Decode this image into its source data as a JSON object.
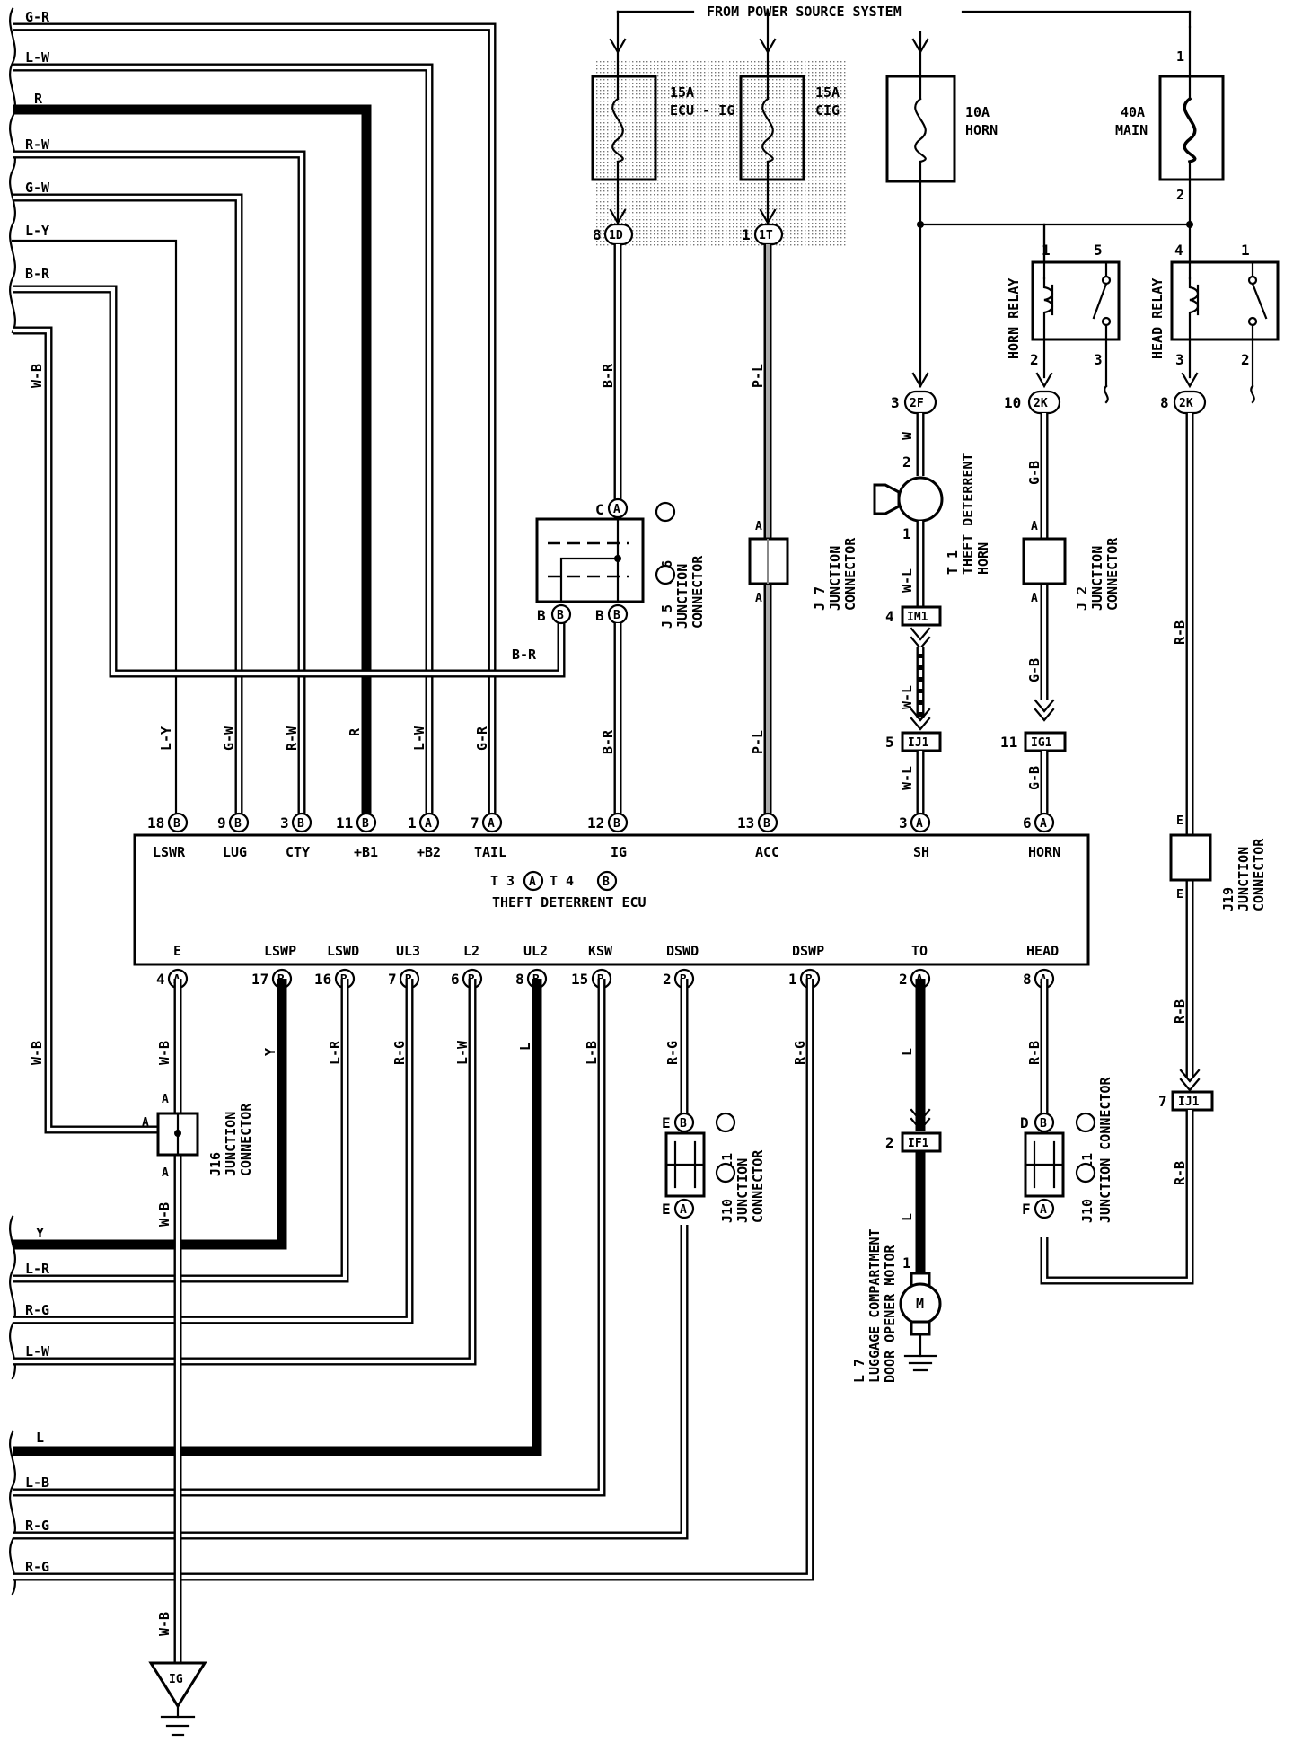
{
  "source_label": "FROM POWER SOURCE SYSTEM",
  "fuses": [
    {
      "amps": "15A",
      "name": "ECU - IG"
    },
    {
      "amps": "15A",
      "name": "CIG"
    },
    {
      "amps": "10A",
      "name": "HORN"
    },
    {
      "amps": "40A",
      "name": "MAIN"
    }
  ],
  "left_wires_top": [
    "G-R",
    "L-W",
    "R",
    "R-W",
    "G-W",
    "L-Y",
    "B-R",
    "W-B"
  ],
  "left_wires_bottom": [
    "Y",
    "L-R",
    "R-G",
    "L-W",
    "L",
    "L-B",
    "R-G",
    "R-G"
  ],
  "ecu": {
    "title": "THEFT DETERRENT ECU",
    "ref1": "T 3",
    "ref2": "T 4",
    "conn_a": "A",
    "conn_b": "B",
    "top_pins": [
      {
        "num": "18",
        "conn": "B",
        "name": "LSWR",
        "wire": "L-Y"
      },
      {
        "num": "9",
        "conn": "B",
        "name": "LUG",
        "wire": "G-W"
      },
      {
        "num": "3",
        "conn": "B",
        "name": "CTY",
        "wire": "R-W"
      },
      {
        "num": "11",
        "conn": "B",
        "name": "+B1",
        "wire": "R"
      },
      {
        "num": "1",
        "conn": "A",
        "name": "+B2",
        "wire": "L-W"
      },
      {
        "num": "7",
        "conn": "A",
        "name": "TAIL",
        "wire": "G-R"
      },
      {
        "num": "12",
        "conn": "B",
        "name": "IG",
        "wire": "B-R"
      },
      {
        "num": "13",
        "conn": "B",
        "name": "ACC",
        "wire": "P-L"
      },
      {
        "num": "3",
        "conn": "A",
        "name": "SH",
        "wire": "W-L"
      },
      {
        "num": "6",
        "conn": "A",
        "name": "HORN",
        "wire": "G-B"
      }
    ],
    "bottom_pins": [
      {
        "num": "4",
        "conn": "A",
        "name": "E",
        "wire": "W-B"
      },
      {
        "num": "17",
        "conn": "B",
        "name": "LSWP",
        "wire": "Y"
      },
      {
        "num": "16",
        "conn": "B",
        "name": "LSWD",
        "wire": "L-R"
      },
      {
        "num": "7",
        "conn": "B",
        "name": "UL3",
        "wire": "R-G"
      },
      {
        "num": "6",
        "conn": "B",
        "name": "L2",
        "wire": "L-W"
      },
      {
        "num": "8",
        "conn": "B",
        "name": "UL2",
        "wire": "L"
      },
      {
        "num": "15",
        "conn": "B",
        "name": "KSW",
        "wire": "L-B"
      },
      {
        "num": "2",
        "conn": "B",
        "name": "DSWD",
        "wire": "R-G"
      },
      {
        "num": "1",
        "conn": "B",
        "name": "DSWP",
        "wire": "R-G"
      },
      {
        "num": "2",
        "conn": "A",
        "name": "TO",
        "wire": "L"
      },
      {
        "num": "8",
        "conn": "A",
        "name": "HEAD",
        "wire": "R-B"
      }
    ]
  },
  "connectors": {
    "c1d": {
      "num": "8",
      "id": "1D"
    },
    "c1t": {
      "num": "1",
      "id": "1T"
    },
    "c2f": {
      "num": "3",
      "id": "2F"
    },
    "c2k_horn": {
      "num": "10",
      "id": "2K"
    },
    "c2k_head": {
      "num": "8",
      "id": "2K"
    },
    "im1": {
      "num": "4",
      "id": "IM1"
    },
    "ij1_sh": {
      "num": "5",
      "id": "IJ1"
    },
    "ig1": {
      "num": "11",
      "id": "IG1"
    },
    "ij1_head": {
      "num": "7",
      "id": "IJ1"
    },
    "if1": {
      "num": "2",
      "id": "IF1"
    }
  },
  "wire_misc": {
    "br_h": "B-R",
    "br_v": "B-R",
    "pl": "P-L",
    "w": "W",
    "wl": "W-L",
    "gb": "G-B",
    "rb": "R-B",
    "wb": "W-B",
    "l": "L",
    "rg": "R-G"
  },
  "components": {
    "j5j6": {
      "ref": "J 5",
      "ref2": "J 6",
      "desc": "JUNCTION",
      "desc2": "CONNECTOR"
    },
    "j7": {
      "ref": "J 7",
      "desc": "JUNCTION",
      "desc2": "CONNECTOR"
    },
    "t1": {
      "ref": "T 1",
      "desc": "THEFT DETERRENT",
      "desc2": "HORN"
    },
    "j2": {
      "ref": "J 2",
      "desc": "JUNCTION",
      "desc2": "CONNECTOR"
    },
    "j19": {
      "ref": "J19",
      "desc": "JUNCTION",
      "desc2": "CONNECTOR"
    },
    "j16": {
      "ref": "J16",
      "desc": "JUNCTION",
      "desc2": "CONNECTOR"
    },
    "j10j11_a": {
      "ref": "J10",
      "ref2": "J11",
      "desc": "JUNCTION",
      "desc2": "CONNECTOR"
    },
    "j10j11_b": {
      "ref": "J10",
      "ref2": "J11",
      "desc": "JUNCTION CONNECTOR"
    },
    "l7": {
      "ref": "L 7",
      "desc": "LUGGAGE COMPARTMENT",
      "desc2": "DOOR OPENER MOTOR",
      "motor": "M"
    },
    "horn_relay": {
      "name": "HORN RELAY"
    },
    "head_relay": {
      "name": "HEAD RELAY"
    },
    "ground": {
      "id": "IG"
    }
  },
  "letters": {
    "a": "A",
    "b": "B",
    "c": "C",
    "d": "D",
    "e": "E",
    "f": "F"
  },
  "nums": {
    "n1": "1",
    "n2": "2",
    "n3": "3",
    "n4": "4",
    "n5": "5"
  }
}
